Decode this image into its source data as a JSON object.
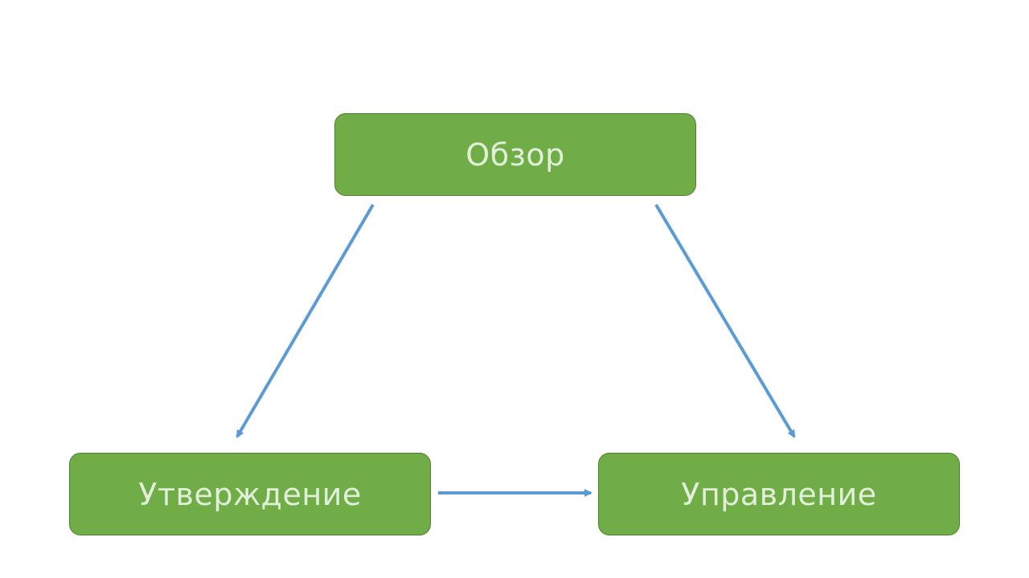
{
  "diagram": {
    "nodes": {
      "top": {
        "label": "Обзор"
      },
      "left": {
        "label": "Утверждение"
      },
      "right": {
        "label": "Управление"
      }
    },
    "edges": [
      {
        "from": "top",
        "to": "left"
      },
      {
        "from": "top",
        "to": "right"
      },
      {
        "from": "left",
        "to": "right"
      }
    ],
    "colors": {
      "node_fill": "#70ad47",
      "node_border": "#507e32",
      "node_text": "#e2efda",
      "arrow": "#5b9bd5",
      "background": "#ffffff"
    }
  }
}
